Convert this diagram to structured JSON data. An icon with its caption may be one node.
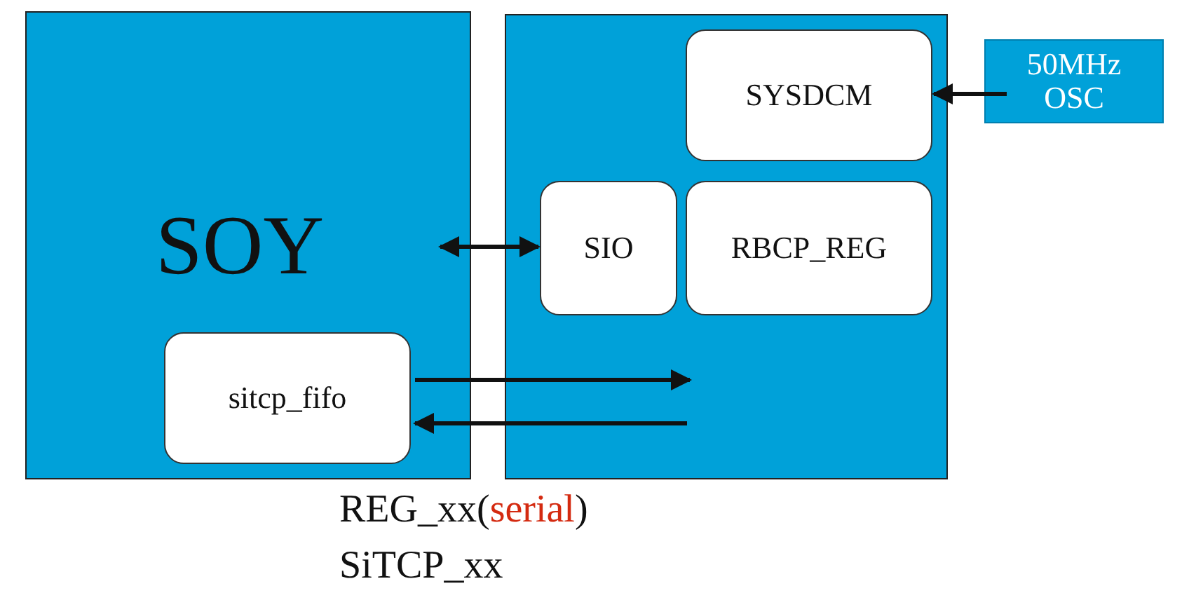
{
  "diagram": {
    "nodes": [
      {
        "text": [
          "SOY"
        ]
      },
      {
        "text": [],
        "shape": "box"
      },
      {
        "text": [
          "SYSDCM"
        ],
        "in": 1
      },
      {
        "text": [
          "SIO"
        ],
        "in": 1
      },
      {
        "text": [
          "RBCP_REG"
        ],
        "in": 1
      },
      {
        "text": [
          "sitcp_fifo"
        ],
        "in": 0
      },
      {
        "text": [
          "50MHz OSC"
        ]
      }
    ],
    "edges": [
      {
        "from": 6,
        "to": 2,
        "arrow": "to"
      },
      {
        "from": 0,
        "to": 3,
        "arrow": "both"
      },
      {
        "from": 5,
        "to": null,
        "arrow": "to"
      },
      {
        "from": null,
        "to": 5,
        "arrow": "to"
      }
    ],
    "labels": [
      "REG_xx(",
      "serial",
      ")",
      "SiTCP_xx"
    ]
  }
}
